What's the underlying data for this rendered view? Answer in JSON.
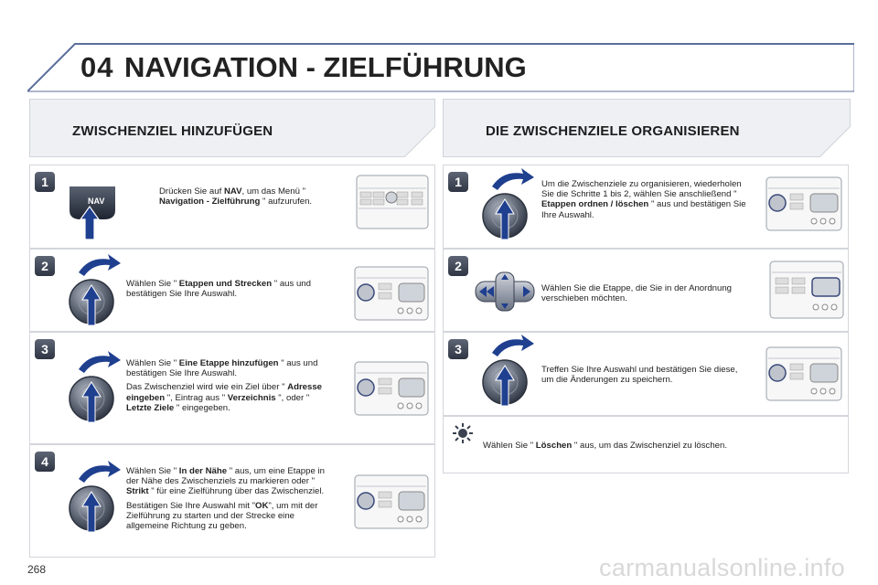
{
  "header": {
    "chapter": "04",
    "title": "NAVIGATION - ZIELFÜHRUNG"
  },
  "left_section": {
    "heading": "ZWISCHENZIEL HINZUFÜGEN",
    "steps": [
      {
        "num": "1",
        "parts": [
          [
            "Drücken Sie auf ",
            "NAV",
            ", um das Menü \" ",
            "Navigation - Zielführung",
            " \" aufzurufen."
          ]
        ]
      },
      {
        "num": "2",
        "parts": [
          [
            "Wählen Sie \" ",
            "Etappen und Strecken",
            " \" aus und bestätigen Sie Ihre Auswahl."
          ]
        ]
      },
      {
        "num": "3",
        "parts": [
          [
            "Wählen Sie \" ",
            "Eine Etappe hinzufügen",
            " \" aus und bestätigen Sie Ihre Auswahl."
          ],
          [
            "Das Zwischenziel wird wie ein Ziel über \" ",
            "Adresse eingeben",
            " \", Eintrag aus \" ",
            "Verzeichnis",
            " \", oder \" ",
            "Letzte Ziele",
            " \" eingegeben."
          ]
        ]
      },
      {
        "num": "4",
        "parts": [
          [
            "Wählen Sie \" ",
            "In der Nähe",
            " \" aus, um eine Etappe in der Nähe des Zwischenziels zu markieren oder \" ",
            "Strikt",
            " \" für eine Zielführung über das Zwischenziel."
          ],
          [
            "Bestätigen Sie Ihre Auswahl mit \"",
            "OK",
            "\", um mit der Zielführung zu starten und der Strecke eine allgemeine Richtung zu geben."
          ]
        ]
      }
    ],
    "nav_button_label": "NAV"
  },
  "right_section": {
    "heading": "DIE ZWISCHENZIELE ORGANISIEREN",
    "steps": [
      {
        "num": "1",
        "parts": [
          [
            "Um die Zwischenziele zu organisieren, wiederholen Sie die Schritte 1 bis 2, wählen Sie anschließend \" ",
            "Etappen ordnen / löschen",
            " \" aus und bestätigen Sie Ihre Auswahl."
          ]
        ]
      },
      {
        "num": "2",
        "parts": [
          [
            "Wählen Sie die Etappe, die Sie in der Anordnung verschieben möchten."
          ]
        ]
      },
      {
        "num": "3",
        "parts": [
          [
            "Treffen Sie Ihre Auswahl und bestätigen Sie diese, um die Änderungen zu speichern."
          ]
        ]
      }
    ],
    "tip": [
      "Wählen Sie \" ",
      "Löschen",
      " \" aus, um das Zwischenziel zu löschen."
    ]
  },
  "page_number": "268",
  "watermark": "carmanualsonline.info",
  "colors": {
    "accent_blue": "#1f3f8f",
    "badge": "#3a4150",
    "panel_border": "#d4d6dc",
    "header_band": "#eef0f4"
  }
}
